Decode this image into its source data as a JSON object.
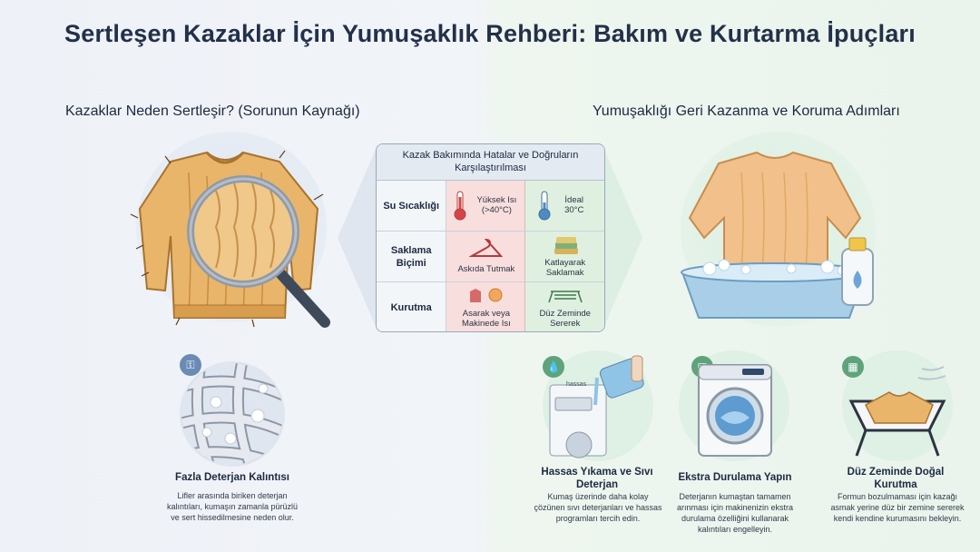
{
  "title": "Sertleşen Kazaklar İçin Yumuşaklık Rehberi: Bakım ve Kurtarma İpuçları",
  "left_section": {
    "heading": "Kazaklar Neden Sertleşir? (Sorunun Kaynağı)"
  },
  "right_section": {
    "heading": "Yumuşaklığı Geri Kazanma ve Koruma Adımları"
  },
  "comparison": {
    "title": "Kazak Bakımında Hatalar ve Doğruların Karşılaştırılması",
    "rows": [
      {
        "label": "Su Sıcaklığı",
        "bad": "Yüksek Isı (>40°C)",
        "good": "İdeal 30°C"
      },
      {
        "label": "Saklama Biçimi",
        "bad": "Askıda Tutmak",
        "good": "Katlayarak Saklamak"
      },
      {
        "label": "Kurutma",
        "bad": "Asarak veya Makinede Isı",
        "good": "Düz Zeminde Sererek"
      }
    ]
  },
  "problem": {
    "title": "Fazla Deterjan Kalıntısı",
    "desc": "Lifler arasında biriken deterjan kalıntıları, kumaşın zamanla pürüzlü ve sert hissedilmesine neden olur."
  },
  "steps": [
    {
      "title": "Hassas Yıkama ve Sıvı Deterjan",
      "desc": "Kumaş üzerinde daha kolay çözünen sıvı deterjanları ve hassas programları tercih edin.",
      "icon_label": "hassas"
    },
    {
      "title": "Ekstra Durulama Yapın",
      "desc": "Deterjanın kumaştan tamamen arınması için makinenizin ekstra durulama özelliğini kullanarak kalıntıları engelleyin."
    },
    {
      "title": "Düz Zeminde Doğal Kurutma",
      "desc": "Formun bozulmaması için kazağı asmak yerine düz bir zemine sererek kendi kendine kurumasını bekleyin."
    }
  ],
  "colors": {
    "bad_cell": "#f9dede",
    "good_cell": "#e0f0e0",
    "sweater": "#e8b56a",
    "water": "#a9cfe8"
  }
}
